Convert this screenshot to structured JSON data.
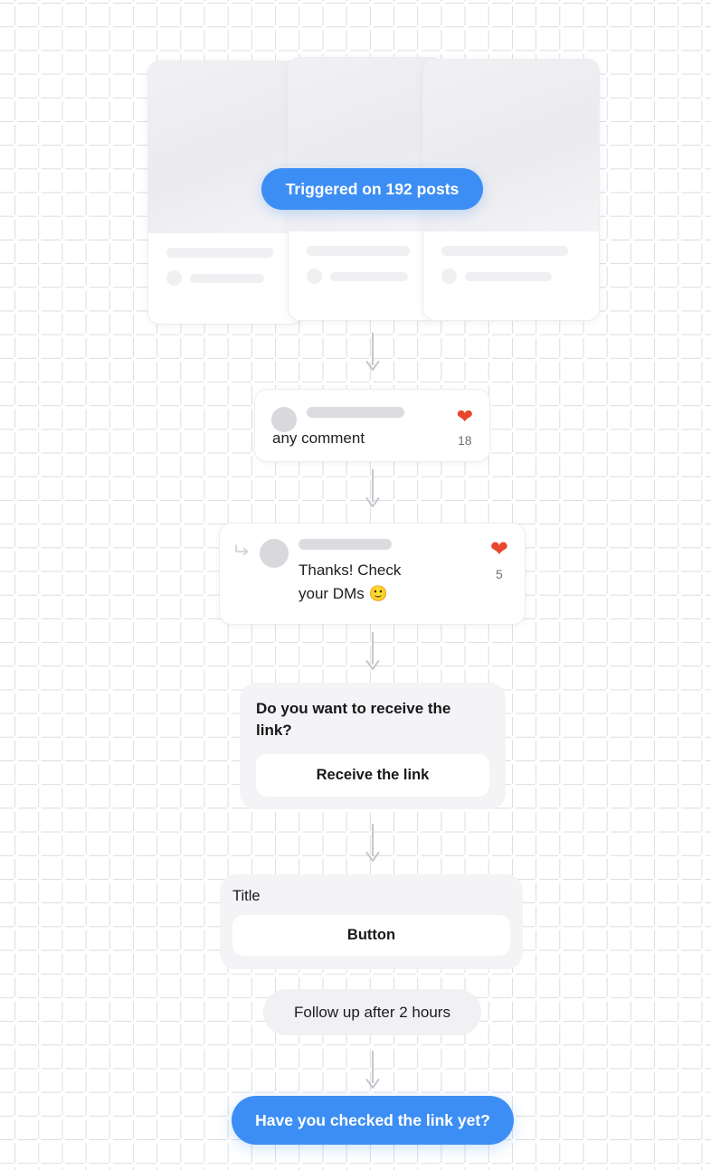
{
  "flow": {
    "trigger": {
      "badge_label": "Triggered on 192 posts",
      "post_cards": [
        "post-card-1",
        "post-card-2",
        "post-card-3"
      ]
    },
    "comment_step": {
      "icon": "avatar",
      "text": "any comment",
      "like_icon": "heart-icon",
      "like_count": "18"
    },
    "reply_step": {
      "reply_icon": "reply-arrow-icon",
      "icon": "avatar",
      "text": "Thanks! Check your DMs 🙂",
      "like_icon": "heart-icon",
      "like_count": "5"
    },
    "dm_step": {
      "message": "Do you want to receive the link?",
      "button_label": "Receive the link"
    },
    "template_step": {
      "title": "Title",
      "button_label": "Button"
    },
    "followup_step": {
      "label": "Follow up after 2 hours"
    },
    "final_step": {
      "label": "Have you checked the link yet?"
    },
    "arrows": [
      "arrow-1",
      "arrow-2",
      "arrow-3",
      "arrow-4",
      "arrow-5"
    ]
  },
  "colors": {
    "accent_blue": "#3c8ef5",
    "heart_red": "#e8472e",
    "card_gray": "#f4f4f6",
    "skeleton_gray": "#f0f0f3",
    "text_dark": "#18181b",
    "grid_dot": "#dcdce2"
  }
}
